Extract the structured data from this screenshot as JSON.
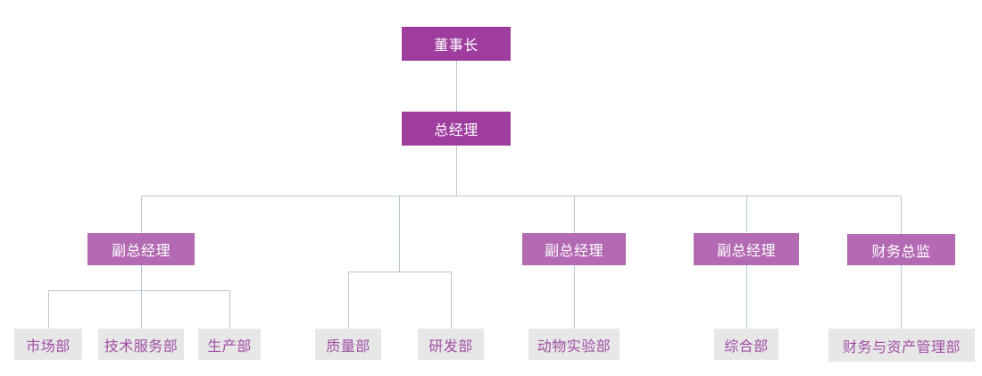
{
  "org_chart": {
    "type": "org-tree",
    "nodes": {
      "chairman": {
        "label": "董事长",
        "level": 1
      },
      "general_manager": {
        "label": "总经理",
        "level": 2
      },
      "deputy_gm_1": {
        "label": "副总经理",
        "level": 3
      },
      "deputy_gm_2": {
        "label": "副总经理",
        "level": 3
      },
      "deputy_gm_3": {
        "label": "副总经理",
        "level": 3
      },
      "finance_director": {
        "label": "财务总监",
        "level": 3
      },
      "marketing_dept": {
        "label": "市场部",
        "level": 4
      },
      "tech_service_dept": {
        "label": "技术服务部",
        "level": 4
      },
      "production_dept": {
        "label": "生产部",
        "level": 4
      },
      "quality_dept": {
        "label": "质量部",
        "level": 4
      },
      "rd_dept": {
        "label": "研发部",
        "level": 4
      },
      "animal_lab_dept": {
        "label": "动物实验部",
        "level": 4
      },
      "general_affairs_dept": {
        "label": "综合部",
        "level": 4
      },
      "finance_asset_dept": {
        "label": "财务与资产管理部",
        "level": 4
      }
    },
    "edges": [
      {
        "parent": "chairman",
        "child": "general_manager"
      },
      {
        "parent": "general_manager",
        "child": "deputy_gm_1"
      },
      {
        "parent": "general_manager",
        "child": "quality_dept"
      },
      {
        "parent": "general_manager",
        "child": "rd_dept"
      },
      {
        "parent": "general_manager",
        "child": "deputy_gm_2"
      },
      {
        "parent": "general_manager",
        "child": "deputy_gm_3"
      },
      {
        "parent": "general_manager",
        "child": "finance_director"
      },
      {
        "parent": "deputy_gm_1",
        "child": "marketing_dept"
      },
      {
        "parent": "deputy_gm_1",
        "child": "tech_service_dept"
      },
      {
        "parent": "deputy_gm_1",
        "child": "production_dept"
      },
      {
        "parent": "deputy_gm_2",
        "child": "animal_lab_dept"
      },
      {
        "parent": "deputy_gm_3",
        "child": "general_affairs_dept"
      },
      {
        "parent": "finance_director",
        "child": "finance_asset_dept"
      }
    ],
    "colors": {
      "primary_box": "#9E3D9E",
      "secondary_box": "#B36AB3",
      "leaf_box_bg": "#E7E7E7",
      "leaf_box_text": "#A04FA4",
      "box_text_light": "#FFFFFF",
      "connector_line": "#B7C7D2",
      "background": "#FFFFFF"
    }
  }
}
